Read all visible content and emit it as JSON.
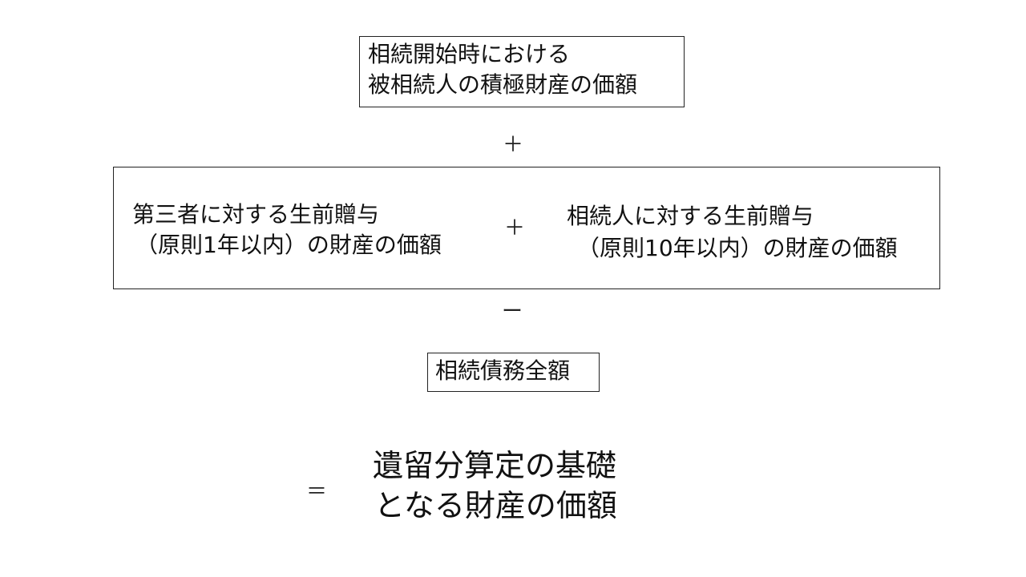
{
  "diagram": {
    "assets_box": {
      "line1": "相続開始時における",
      "line2": "被相続人の積極財産の価額"
    },
    "plus_top": "＋",
    "gifts_box": {
      "third_party": {
        "line1": "第三者に対する生前贈与",
        "line2": "（原則1年以内）の財産の価額"
      },
      "plus_inner": "＋",
      "heirs": {
        "line1": "相続人に対する生前贈与",
        "line2": "（原則10年以内）の財産の価額"
      }
    },
    "minus": "ー",
    "debts_box": {
      "label": "相続債務全額"
    },
    "equals": "＝",
    "result": {
      "line1": "遺留分算定の基礎",
      "line2": "となる財産の価額"
    }
  }
}
